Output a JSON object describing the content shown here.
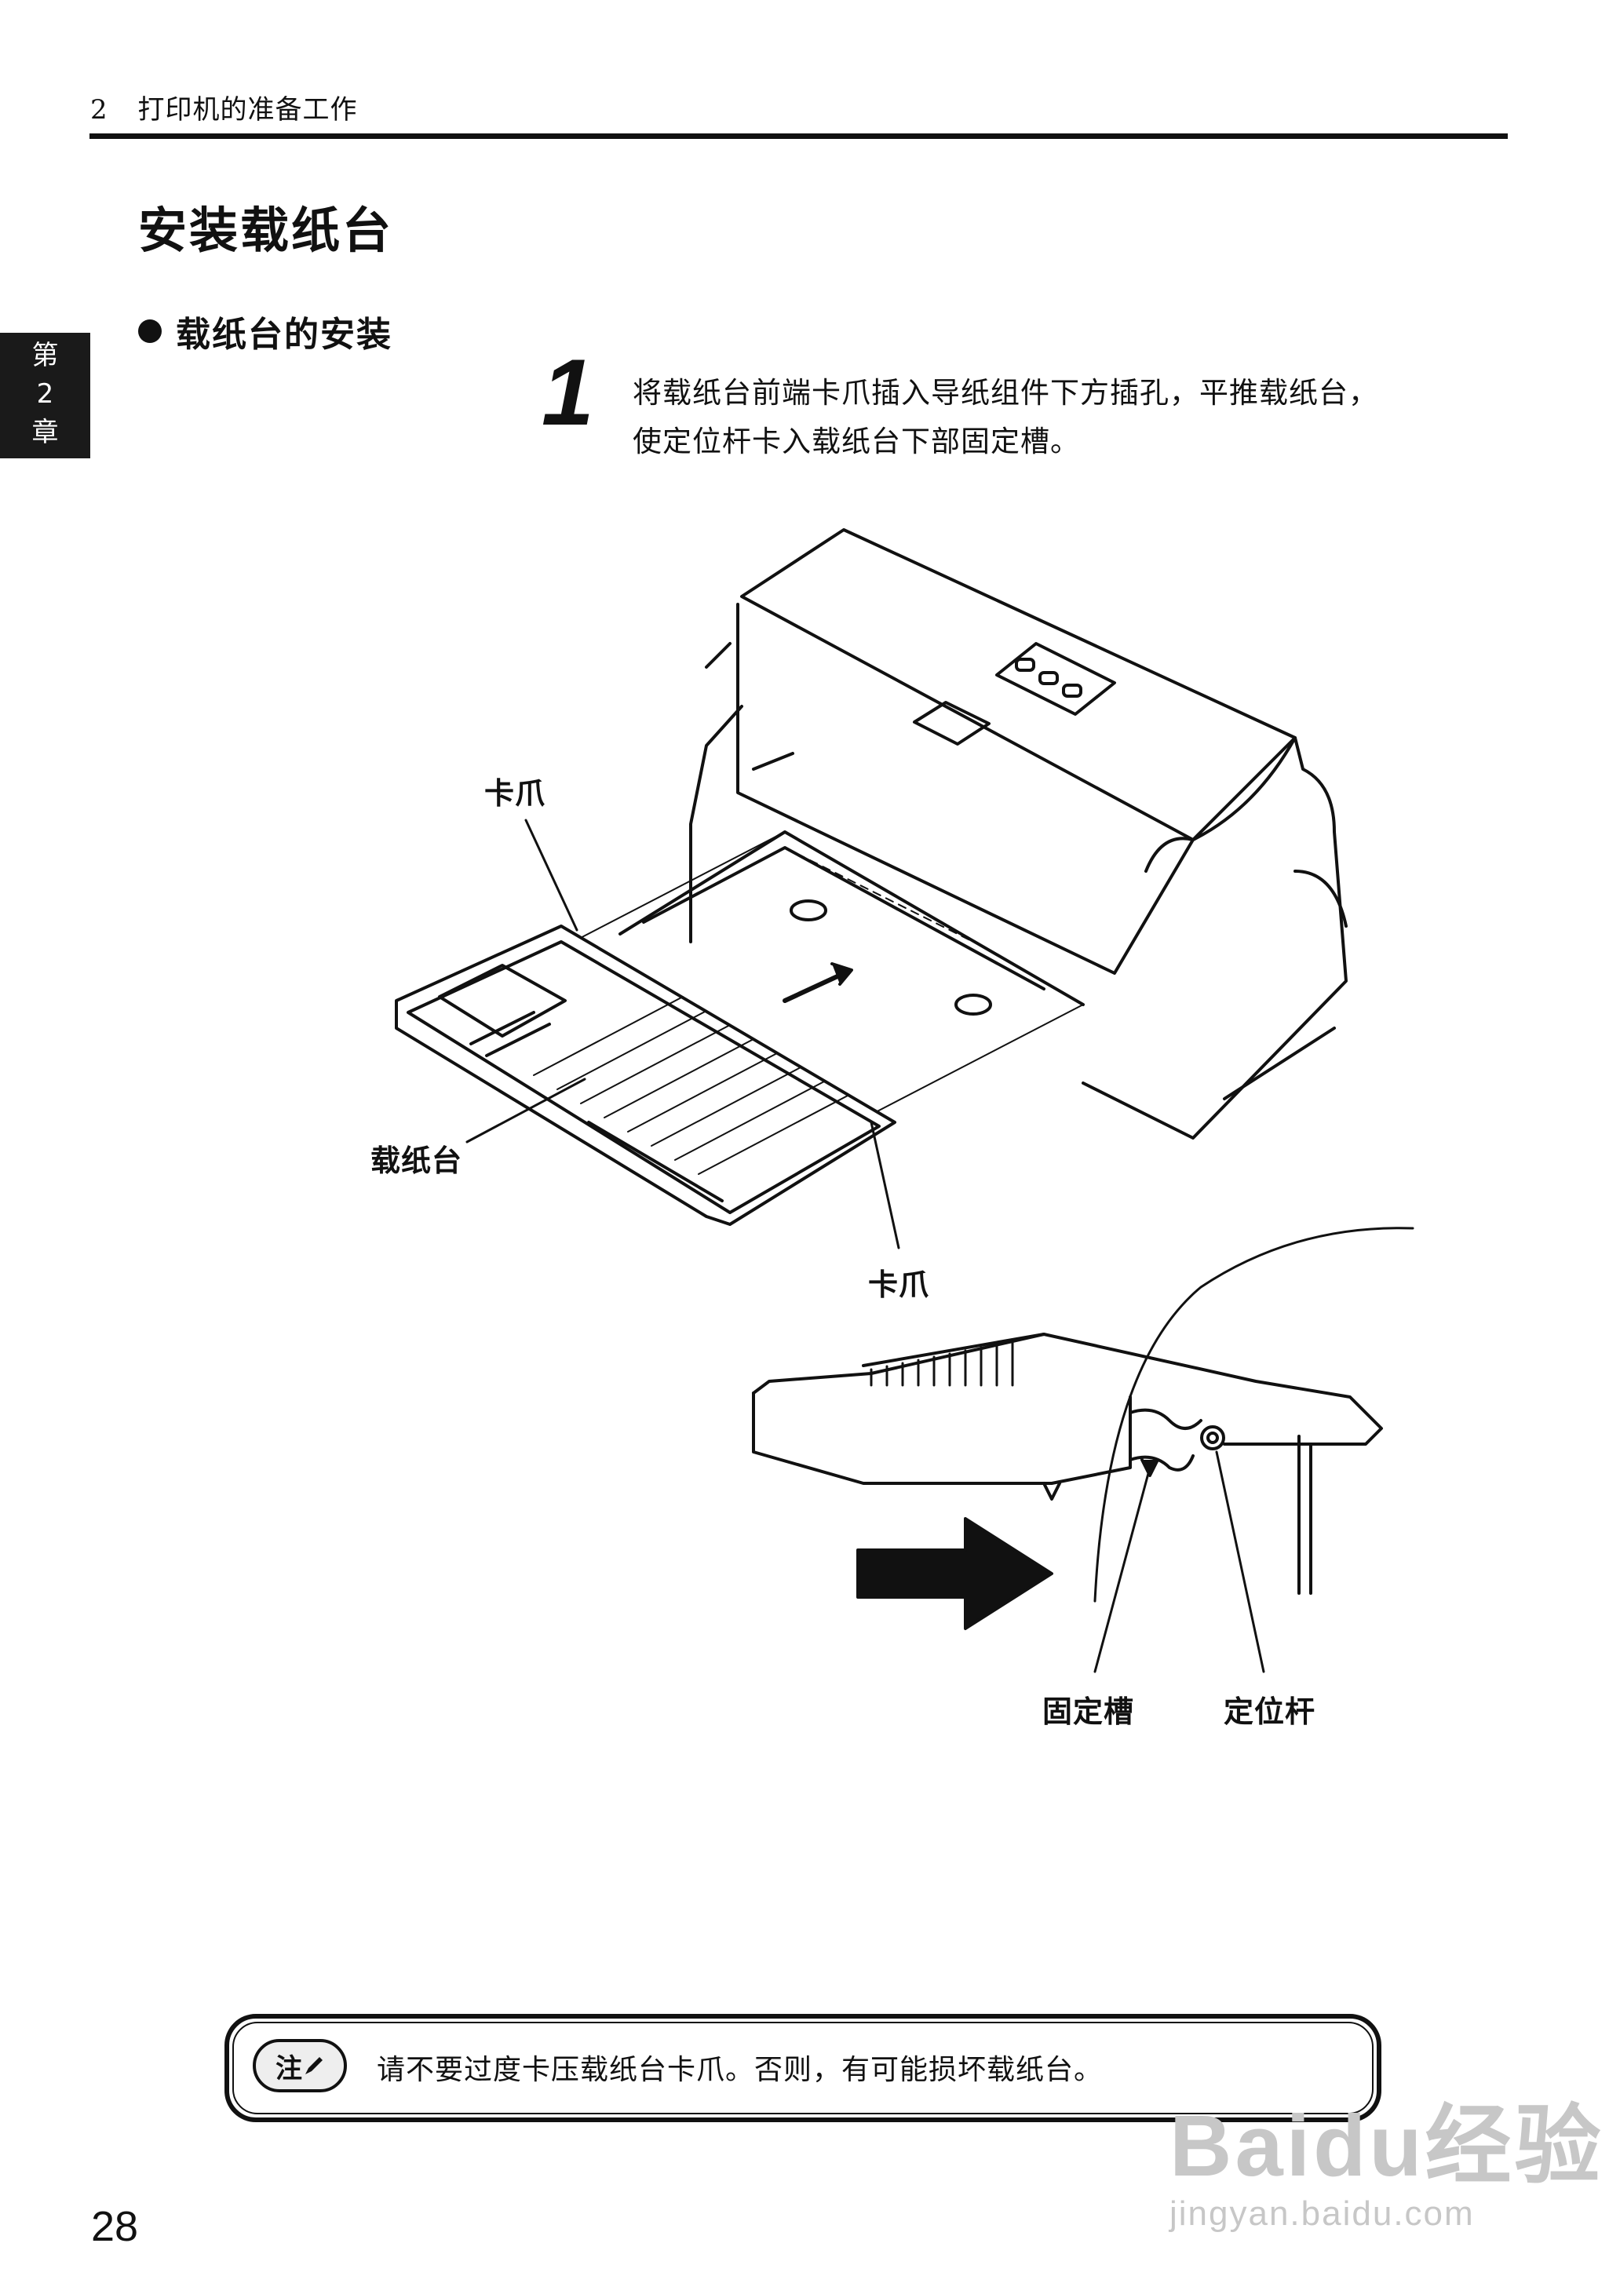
{
  "header": {
    "chapter_number": "2",
    "chapter_title": "打印机的准备工作"
  },
  "chapter_tab": {
    "line1": "第",
    "line2": "2",
    "line3": "章"
  },
  "section_title": "安装载纸台",
  "subsection_title": "载纸台的安装",
  "step": {
    "number": "1",
    "line1": "将载纸台前端卡爪插入导纸组件下方插孔，平推载纸台，",
    "line2": "使定位杆卡入载纸台下部固定槽。"
  },
  "figure1_labels": {
    "claw_top": "卡爪",
    "tray": "载纸台",
    "claw_bottom": "卡爪"
  },
  "figure2_labels": {
    "slot": "固定槽",
    "lever": "定位杆"
  },
  "note": {
    "icon_text": "注",
    "text": "请不要过度卡压载纸台卡爪。否则，有可能损坏载纸台。"
  },
  "page_number": "28",
  "watermark": {
    "brand": "Baidu经验",
    "url": "jingyan.baidu.com"
  }
}
